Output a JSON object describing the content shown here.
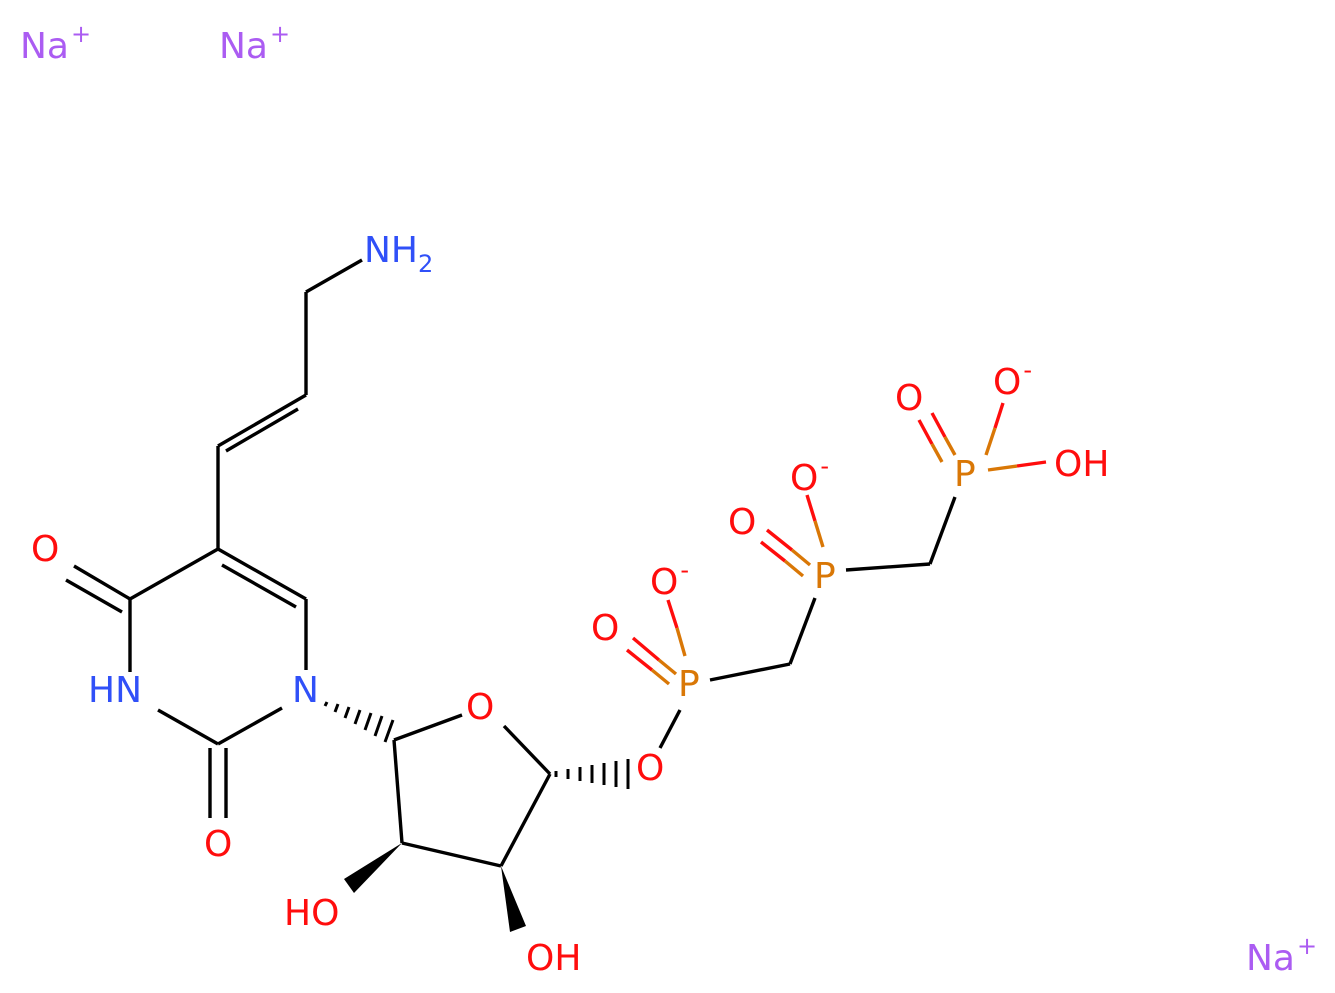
{
  "colors": {
    "carbon": "#000000",
    "oxygen": "#ff0d0d",
    "nitrogen": "#3050f8",
    "phosphorus": "#d97706",
    "sodium": "#ab5cf2"
  },
  "ions": [
    {
      "symbol": "Na",
      "charge": "+"
    },
    {
      "symbol": "Na",
      "charge": "+"
    },
    {
      "symbol": "Na",
      "charge": "+"
    }
  ],
  "atoms": {
    "amine": {
      "symbol": "NH",
      "subscript": "2"
    },
    "ring_n1": "N",
    "ring_nh": "HN",
    "o_c4": "O",
    "o_c2": "O",
    "o_ring": "O",
    "o_link": "O",
    "oh_2": "HO",
    "oh_3": "OH",
    "p1": "P",
    "p1_o_double": "O",
    "p1_o_minus": {
      "symbol": "O",
      "charge": "-"
    },
    "p2": "P",
    "p2_o_double": "O",
    "p2_o_minus": {
      "symbol": "O",
      "charge": "-"
    },
    "p3": "P",
    "p3_o_double": "O",
    "p3_o_minus": {
      "symbol": "O",
      "charge": "-"
    },
    "p3_oh": "OH"
  }
}
